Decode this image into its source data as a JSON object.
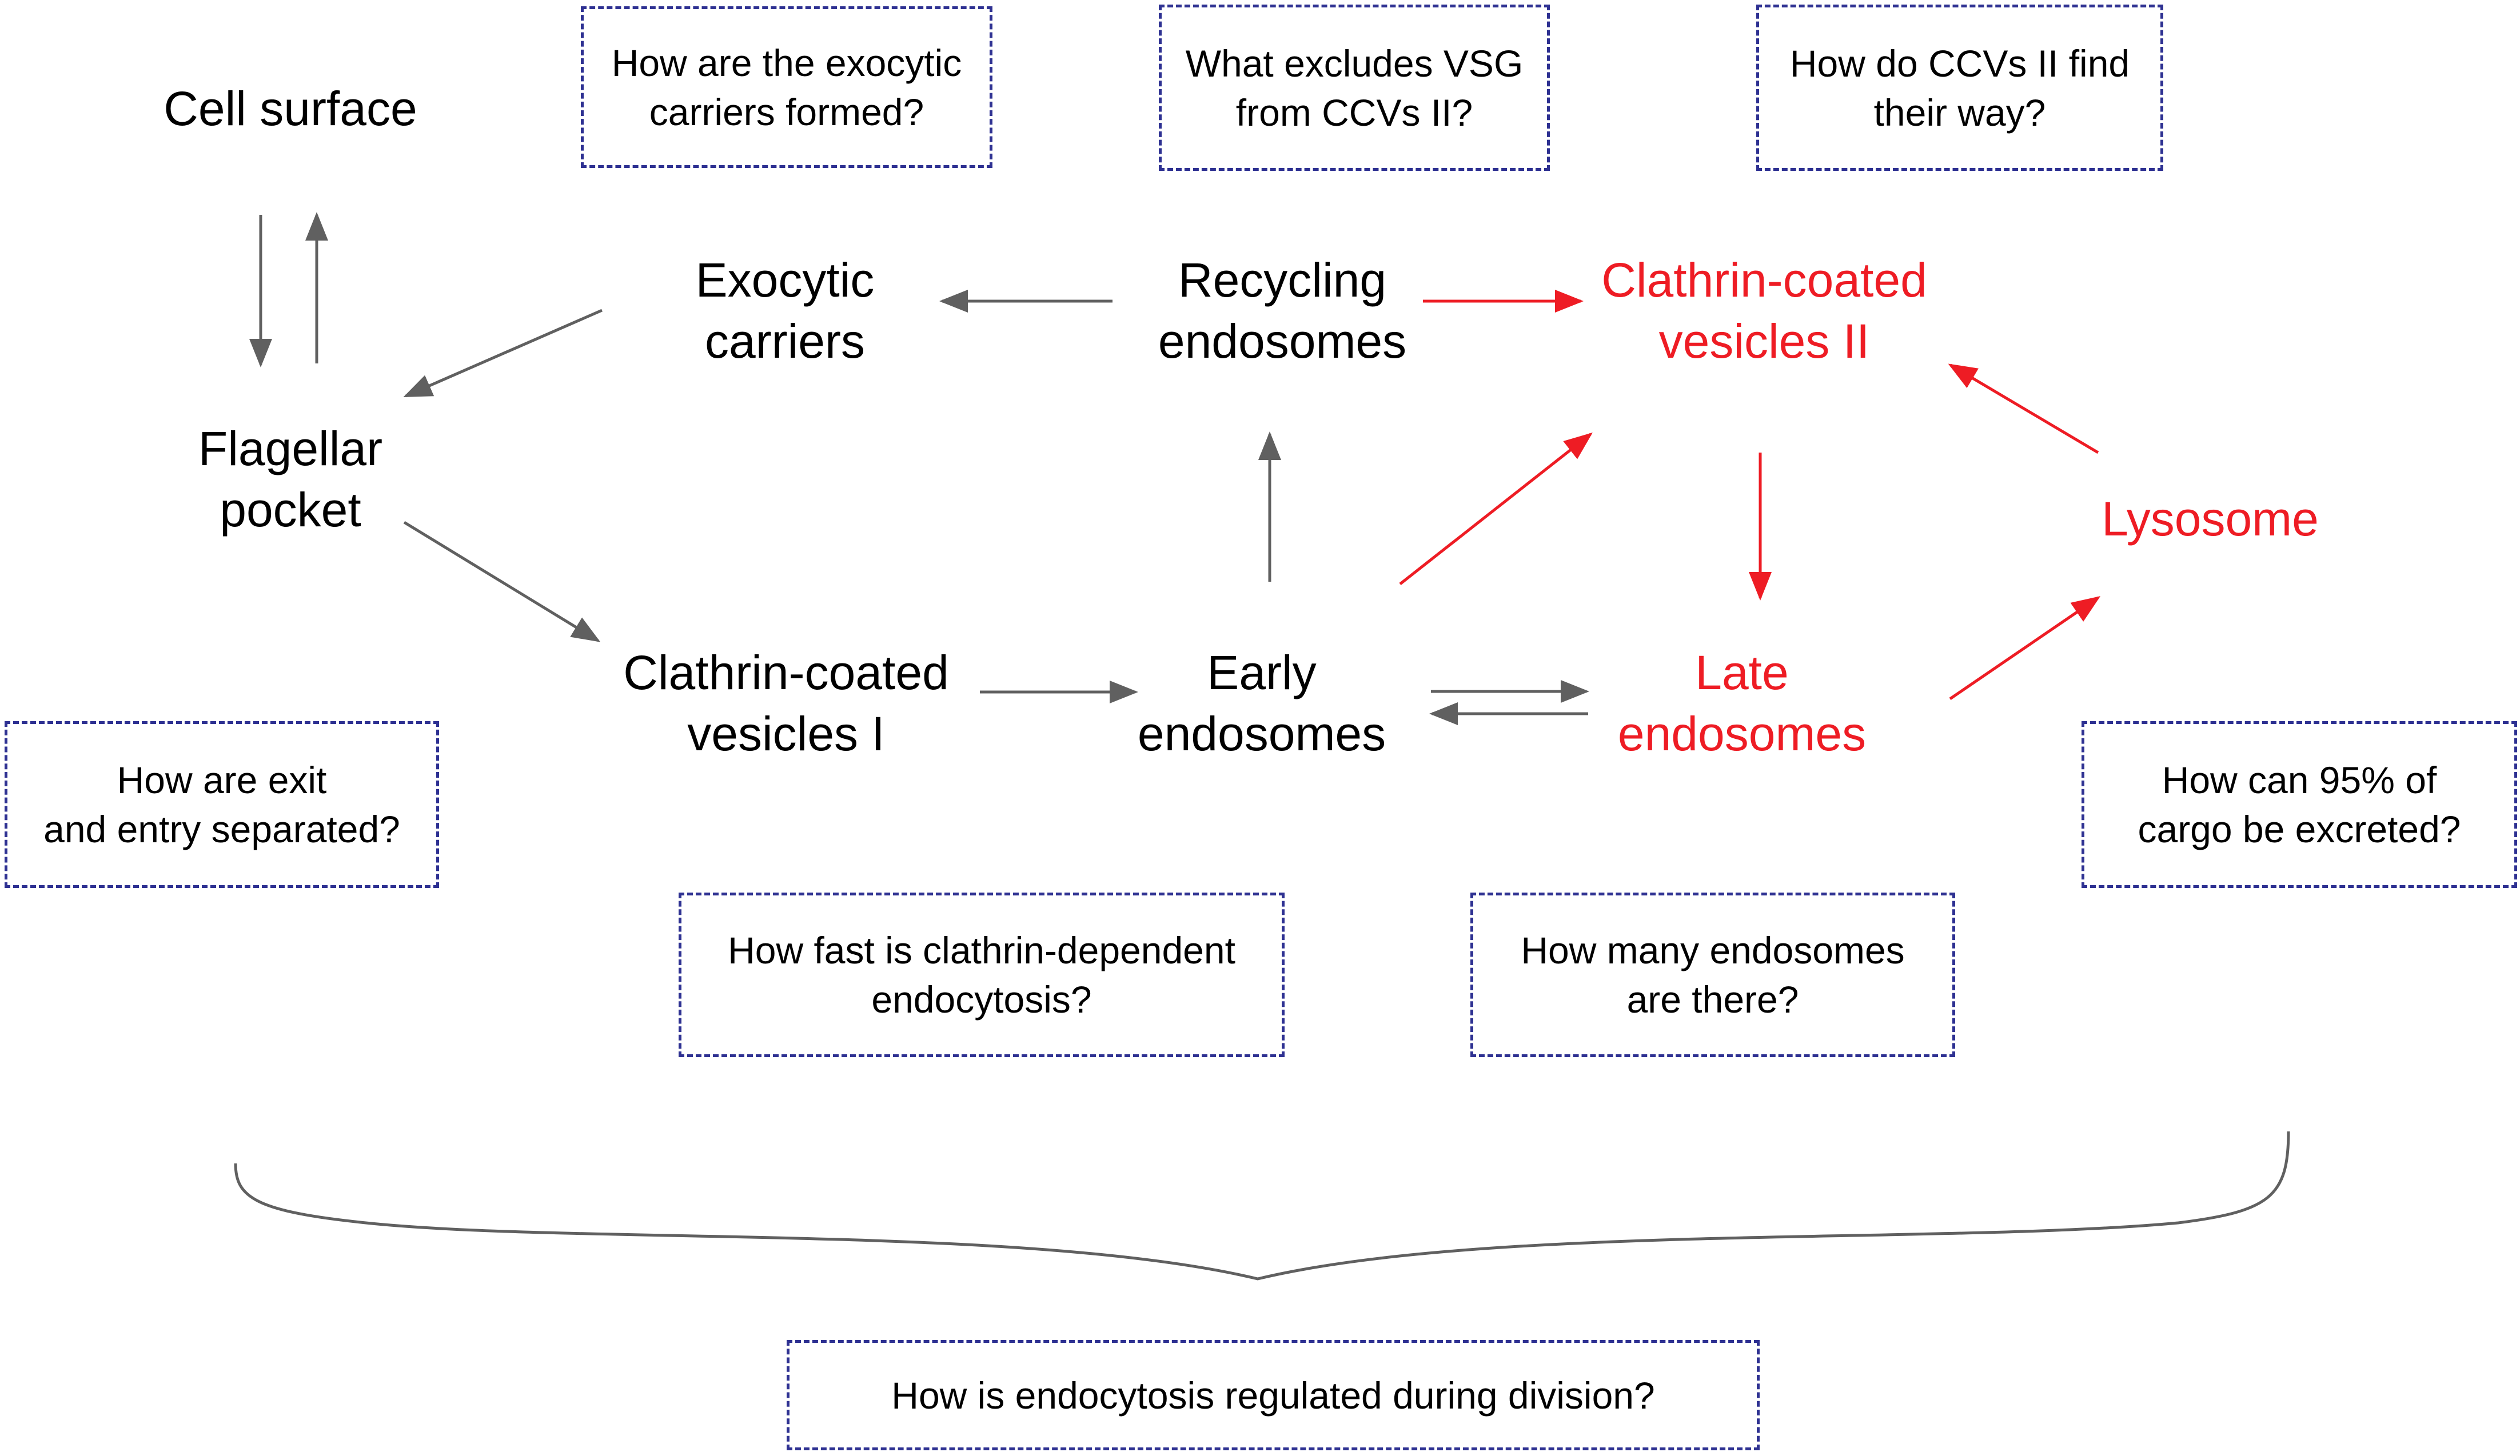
{
  "nodes": {
    "cell_surface": [
      "Cell surface"
    ],
    "exocytic_carriers": [
      "Exocytic",
      "carriers"
    ],
    "recycling_endosomes": [
      "Recycling",
      "endosomes"
    ],
    "clathrin_coated_vesicles_ii": [
      "Clathrin-coated",
      "vesicles II"
    ],
    "flagellar_pocket": [
      "Flagellar",
      "pocket"
    ],
    "lysosome": [
      "Lysosome"
    ],
    "clathrin_coated_vesicles_i": [
      "Clathrin-coated",
      "vesicles I"
    ],
    "early_endosomes": [
      "Early",
      "endosomes"
    ],
    "late_endosomes": [
      "Late",
      "endosomes"
    ]
  },
  "questions": {
    "exocytic_carriers_formed": [
      "How are the exocytic",
      "carriers formed?"
    ],
    "vsg_excluded": [
      "What excludes VSG",
      "from CCVs II?"
    ],
    "ccvs_find_way": [
      "How do CCVs II find",
      "their way?"
    ],
    "exit_entry_separated": [
      "How are exit",
      "and entry separated?"
    ],
    "cargo_excreted": [
      "How can 95% of",
      "cargo be excreted?"
    ],
    "clathrin_endocytosis_speed": [
      "How fast is clathrin-dependent",
      "endocytosis?"
    ],
    "endosome_count": [
      "How many endosomes",
      "are there?"
    ],
    "division_regulation": [
      "How is endocytosis regulated during division?"
    ]
  },
  "colors": {
    "default_arrow": "#606060",
    "highlight": "#ee1c24",
    "question_border": "#2e3192",
    "brace": "#606060"
  }
}
